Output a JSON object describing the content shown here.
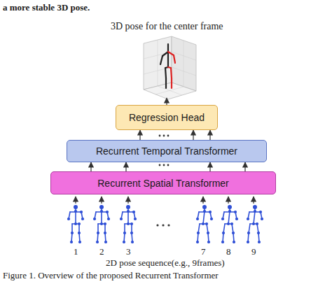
{
  "diagram": {
    "title": "3D pose for the center frame",
    "caption": "Figure 1.   Overview of the proposed Recurrent Transformer",
    "nodes": [
      {
        "text": [
          "Regression Head"
        ]
      },
      {
        "text": [
          "Recurrent Temporal Transformer"
        ]
      },
      {
        "text": [
          "Recurrent Spatial Transformer"
        ]
      }
    ],
    "edges": [
      {
        "from": 2,
        "to": 1,
        "arrow": "to"
      },
      {
        "from": 2,
        "to": 1,
        "arrow": "to"
      },
      {
        "from": 2,
        "to": 1,
        "arrow": "to"
      },
      {
        "from": 2,
        "to": 1,
        "arrow": "to"
      },
      {
        "from": 1,
        "to": 0,
        "arrow": "to"
      },
      {
        "from": 1,
        "to": 0,
        "arrow": "to"
      },
      {
        "from": 1,
        "to": 0,
        "arrow": "to"
      }
    ],
    "labels": [
      "a more stable 3D pose.",
      "1",
      "2",
      "3",
      "7",
      "8",
      "9",
      "2D pose sequence(e.g., 9frames)"
    ]
  }
}
